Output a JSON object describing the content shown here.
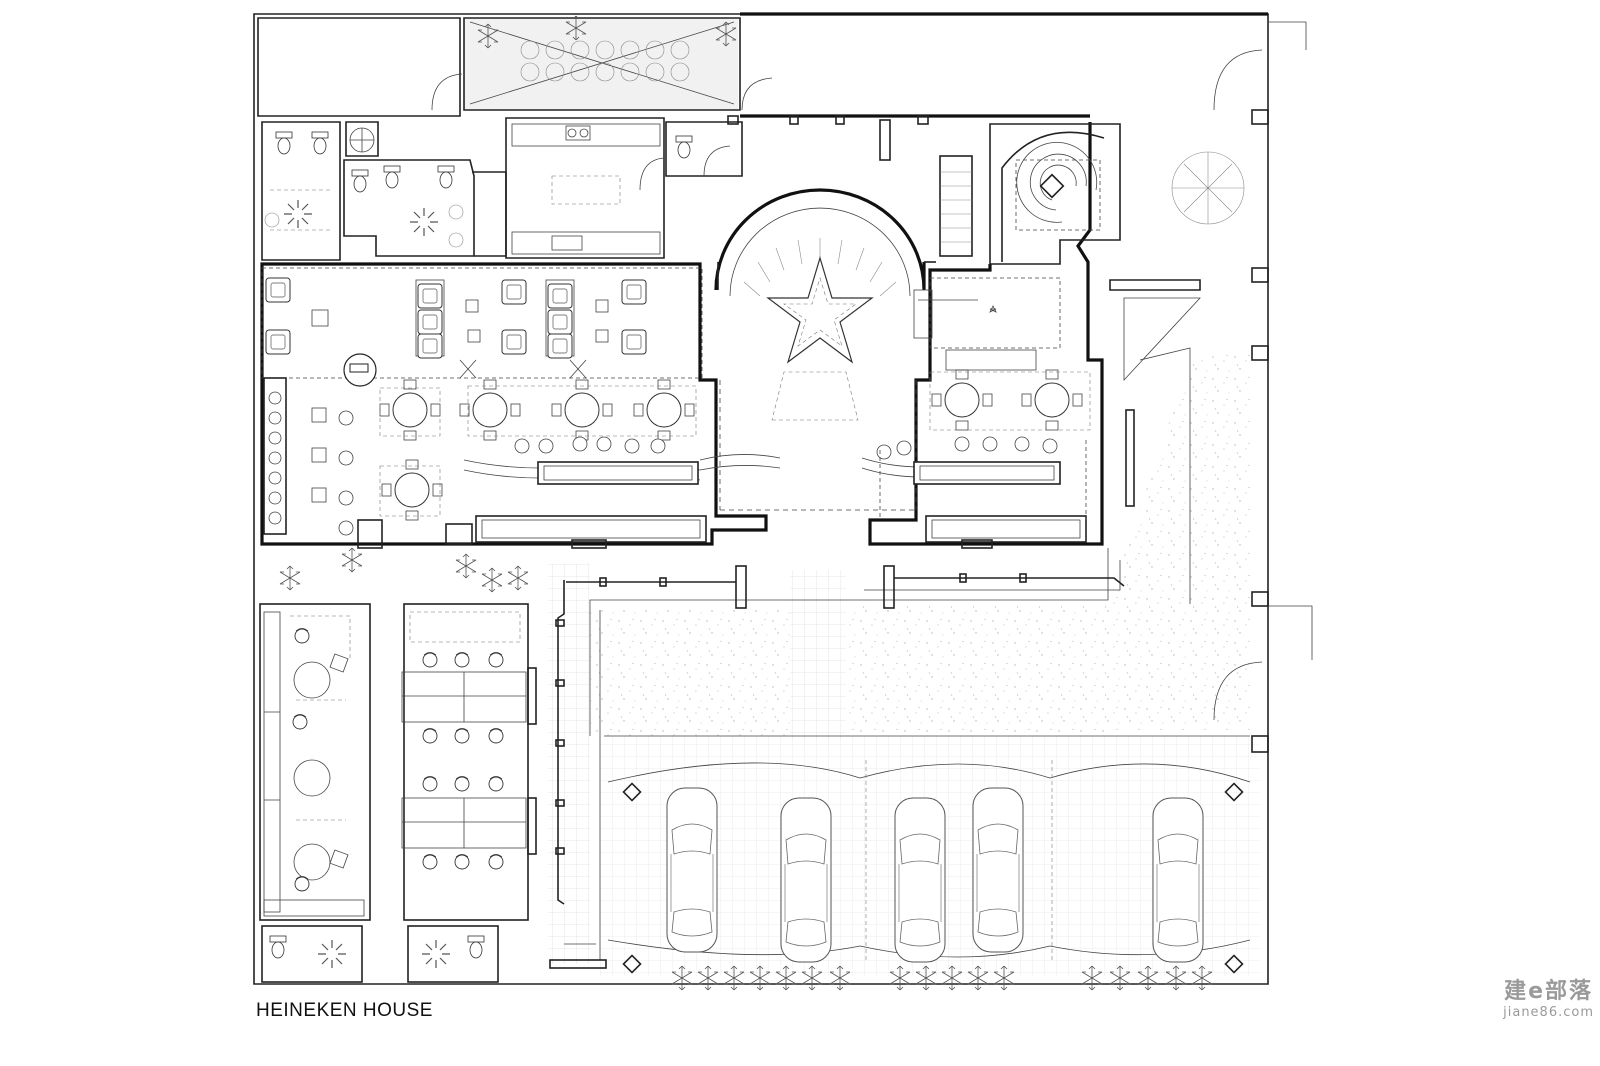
{
  "drawing": {
    "title": "HEINEKEN HOUSE"
  },
  "watermark": {
    "brand": "建e部落",
    "url": "jiane86.com"
  },
  "colors": {
    "line": "#222222",
    "thin_line": "#444444",
    "hatch": "#8a8a8a",
    "background": "#ffffff"
  }
}
